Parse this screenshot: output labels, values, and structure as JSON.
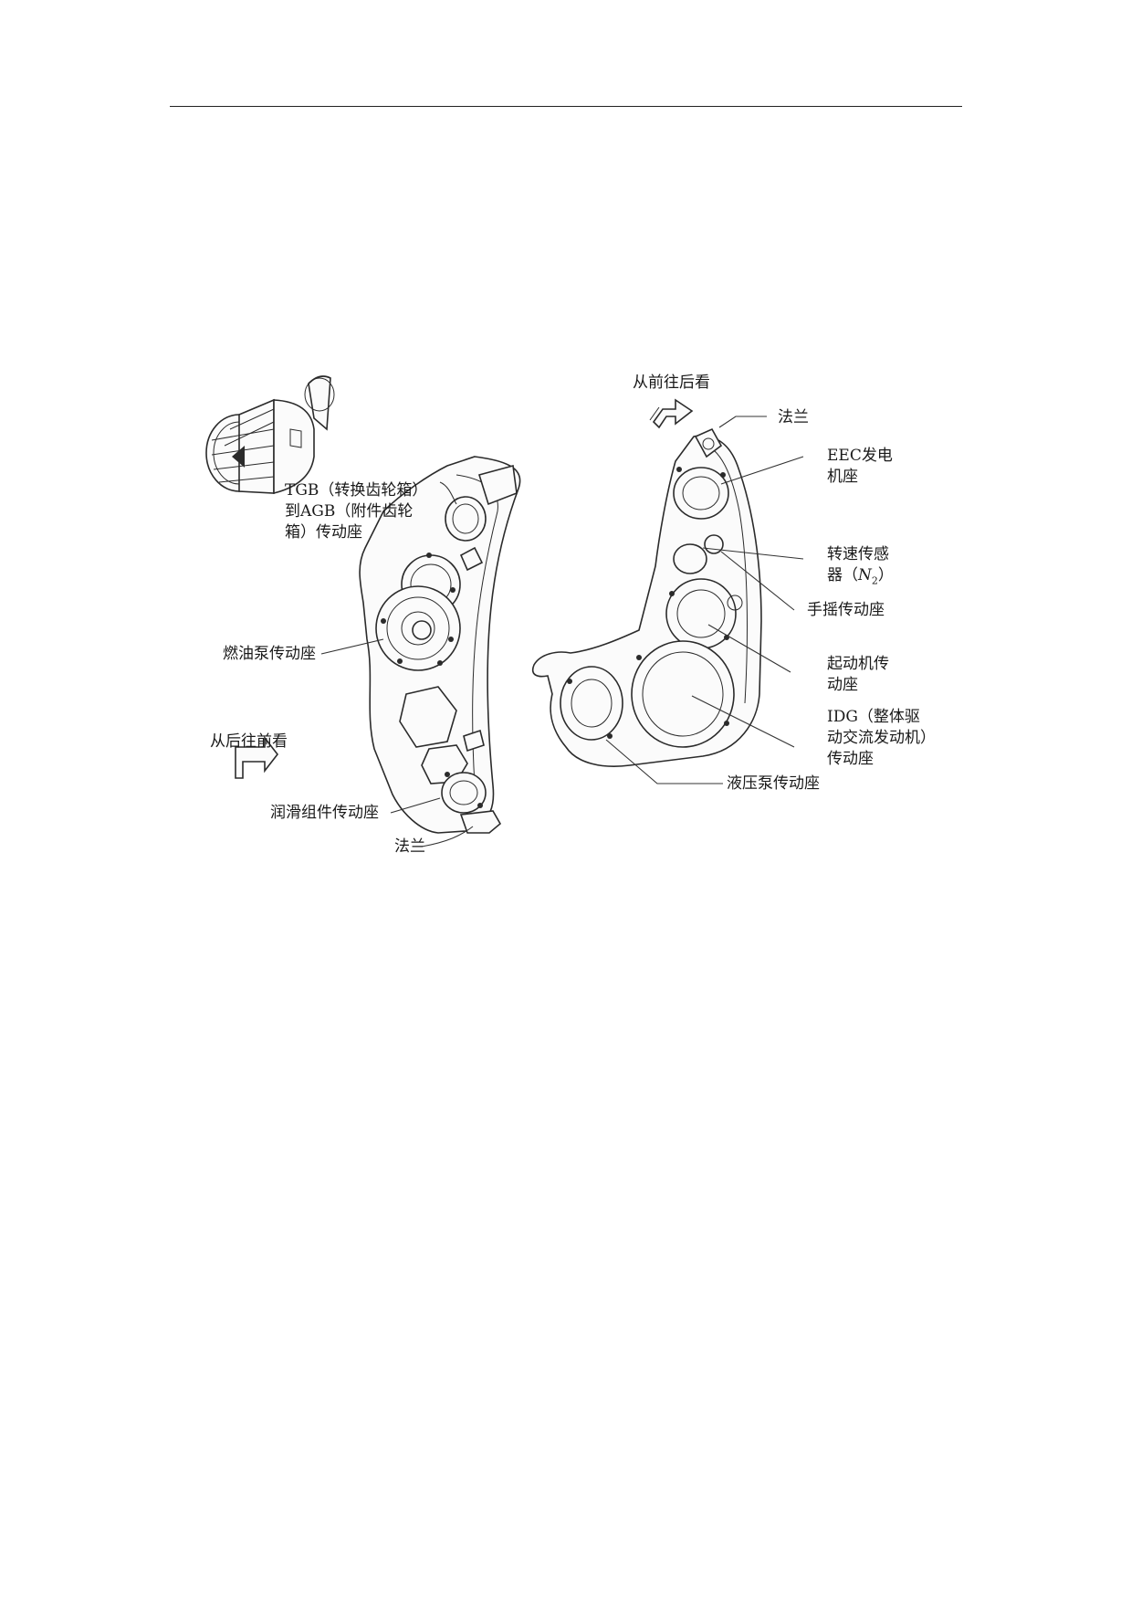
{
  "figure": {
    "labels": {
      "tgb_line1": "TGB（转换齿轮箱）",
      "tgb_line2": "到AGB（附件齿轮",
      "tgb_line3": "箱）传动座",
      "fuel_pump": "燃油泵传动座",
      "aft_fwd_view": "从后往前看",
      "lube_unit": "润滑组件传动座",
      "flange_left": "法兰",
      "fwd_aft_view": "从前往后看",
      "flange_right": "法兰",
      "eec_line1": "EEC发电",
      "eec_line2": "机座",
      "speed_line1": "转速传感",
      "speed_prefix": "器（",
      "speed_var": "N",
      "speed_sub": "2",
      "speed_suffix": "）",
      "hand_crank": "手摇传动座",
      "starter_line1": "起动机传",
      "starter_line2": "动座",
      "idg_line1": "IDG（整体驱",
      "idg_line2": "动交流发动机）",
      "idg_line3": "传动座",
      "hyd_pump": "液压泵传动座"
    }
  }
}
